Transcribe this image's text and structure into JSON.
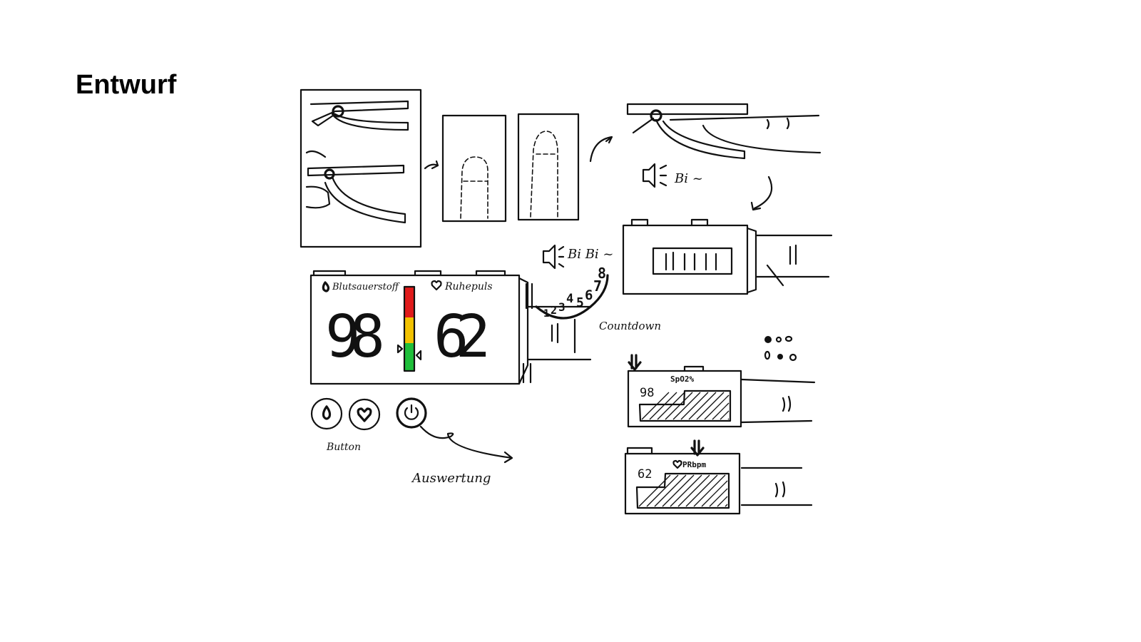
{
  "slide": {
    "title": "Entwurf"
  },
  "sketch": {
    "sound_single": "Bi ~",
    "sound_double": "Bi Bi ~",
    "display": {
      "spo2_label": "Blutsauerstoff",
      "pulse_label": "Ruhepuls",
      "spo2_value": "98",
      "pulse_value": "62"
    },
    "countdown": {
      "digits": [
        "1",
        "2",
        "3",
        "4",
        "5",
        "6",
        "7",
        "8"
      ],
      "label": "Countdown"
    },
    "buttons_label": "Button",
    "evaluation_label": "Auswertung",
    "result_spo2": {
      "label": "SpO2%",
      "value": "98"
    },
    "result_pulse": {
      "label": "PRbpm",
      "value": "62"
    },
    "colors": {
      "bar_red": "#e01b1b",
      "bar_yellow": "#f2c200",
      "bar_green": "#1fbf3a"
    }
  }
}
